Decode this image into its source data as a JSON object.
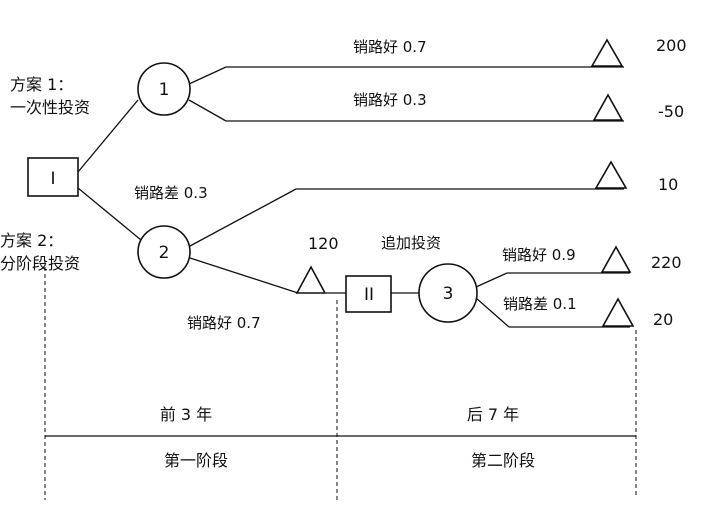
{
  "plans": {
    "plan1_line1": "方案 1：",
    "plan1_line2": "一次性投资",
    "plan2_line1": "方案 2：",
    "plan2_line2": "分阶段投资"
  },
  "nodes": {
    "decision_I": "I",
    "decision_II": "II",
    "chance_1": "1",
    "chance_2": "2",
    "chance_3": "3"
  },
  "branches": {
    "n1_good": "销路好 0.7",
    "n1_bad": "销路好 0.3",
    "n2_bad": "销路差 0.3",
    "n2_good": "销路好 0.7",
    "extra_invest": "追加投资",
    "n3_good": "销路好 0.9",
    "n3_bad": "销路差 0.1"
  },
  "payoffs": {
    "p1": "200",
    "p2": "-50",
    "p3": "10",
    "p4": "120",
    "p5": "220",
    "p6": "20"
  },
  "stages": {
    "first_period": "前 3 年",
    "second_period": "后 7 年",
    "first_stage": "第一阶段",
    "second_stage": "第二阶段"
  }
}
